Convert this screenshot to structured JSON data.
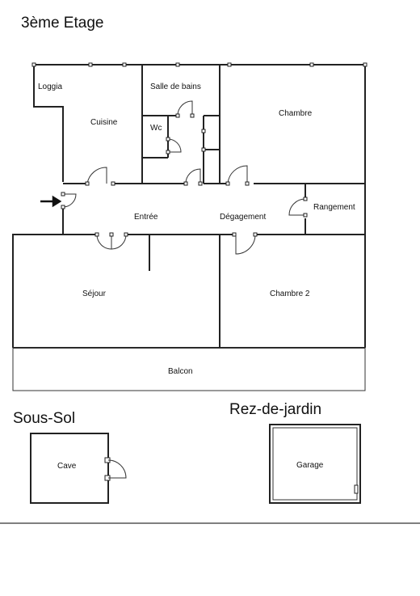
{
  "headings": {
    "floor_3": "3ème Etage",
    "basement": "Sous-Sol",
    "garden_level": "Rez-de-jardin"
  },
  "rooms": {
    "loggia": "Loggia",
    "cuisine": "Cuisine",
    "salle_de_bains": "Salle de bains",
    "wc": "Wc",
    "chambre": "Chambre",
    "entree": "Entrée",
    "degagement": "Dégagement",
    "rangement": "Rangement",
    "sejour": "Séjour",
    "chambre_2": "Chambre 2",
    "balcon": "Balcon",
    "cave": "Cave",
    "garage": "Garage"
  },
  "icons": {
    "entry": "entry-arrow-icon"
  }
}
